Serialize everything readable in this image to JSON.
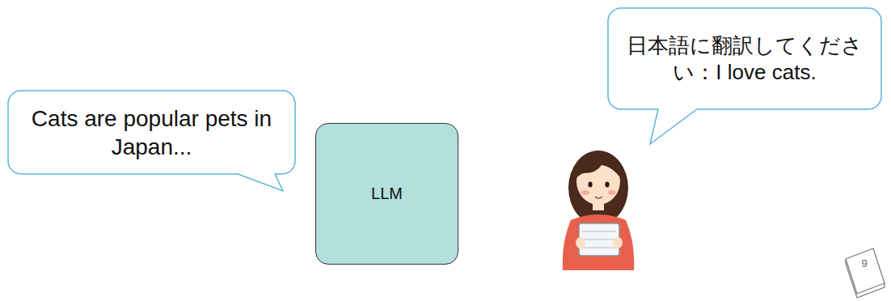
{
  "diagram": {
    "nodes": [
      {
        "text": [
          "Cats are popular pets in Japan..."
        ]
      },
      {
        "text": [
          "LLM"
        ]
      },
      {
        "text": [
          "日本語に翻訳してください：I love cats."
        ]
      }
    ],
    "labels": [
      "9"
    ]
  }
}
